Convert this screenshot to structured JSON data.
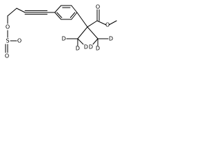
{
  "molecule": {
    "atom_labels": {
      "ester_oxygen": "O",
      "sulfonyl_s": "S",
      "sulfonyl_o_upper": "O",
      "sulfonyl_o_lower": "O",
      "carbonyl_oxygen": "O",
      "methoxy_oxygen": "O",
      "deuterium_1": "D",
      "deuterium_2": "D",
      "deuterium_3": "D",
      "deuterium_4": "D",
      "deuterium_5": "D",
      "deuterium_6": "D"
    }
  }
}
